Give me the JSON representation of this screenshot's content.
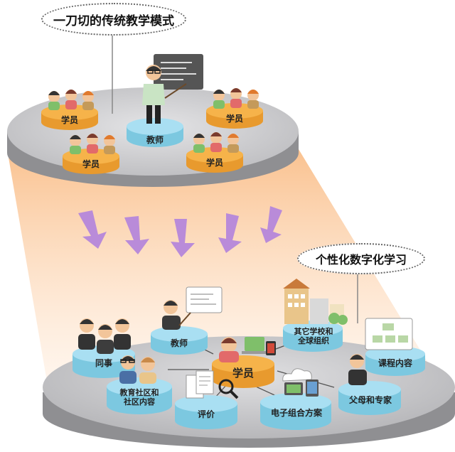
{
  "top": {
    "title": "一刀切的传统教学模式",
    "teacher_label": "教师",
    "student_label": "学员"
  },
  "bottom": {
    "title": "个性化数字化学习",
    "center_label": "学员",
    "nodes": {
      "teacher": "教师",
      "peers": "同事",
      "schools": "其它学校和\n全球组织",
      "course": "课程内容",
      "parents": "父母和专家",
      "portfolio": "电子组合方案",
      "evaluation": "评价",
      "community": "教育社区和\n社区内容"
    }
  },
  "colors": {
    "platform_top": "#c9c9cb",
    "platform_side": "#9d9d9f",
    "pedestal_blue": "#a9dff2",
    "pedestal_orange": "#f6b34a",
    "arrow_purple": "#b98bd9",
    "beam_orange": "#f9b77c"
  }
}
